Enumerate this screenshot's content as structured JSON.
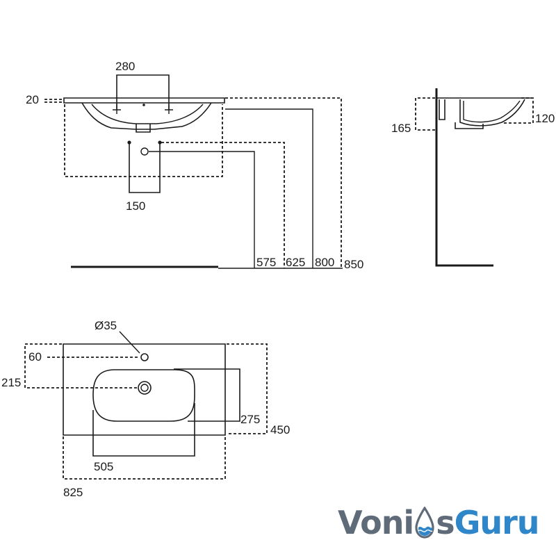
{
  "front_view": {
    "dims": {
      "tap_spacing": "280",
      "top_thickness": "20",
      "fixing_spacing": "150",
      "h575": "575",
      "h625": "625",
      "h800": "800",
      "h850": "850"
    }
  },
  "side_view": {
    "dims": {
      "depth_165": "165",
      "depth_120": "120"
    }
  },
  "top_view": {
    "dims": {
      "tap_hole": "Ø35",
      "tap_offset": "60",
      "waste_offset": "215",
      "bowl_depth": "275",
      "total_depth": "450",
      "bowl_width": "505",
      "total_width": "825"
    }
  },
  "logo": {
    "part1": "Voni",
    "part2": "s",
    "part3": "Guru",
    "color_main": "#5f6b78",
    "color_accent": "#2f86c9"
  }
}
